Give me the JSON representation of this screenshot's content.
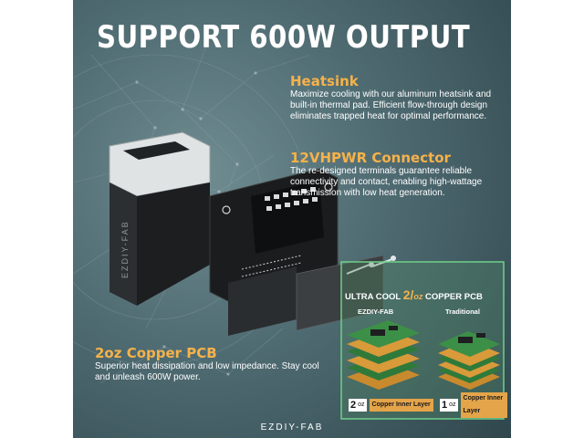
{
  "title": "SUPPORT 600W OUTPUT",
  "heatsink": {
    "heading": "Heatsink",
    "text": "Maximize cooling with our aluminum heatsink and built-in thermal pad. Efficient flow-through design eliminates trapped heat for optimal performance."
  },
  "connector": {
    "heading": "12VHPWR Connector",
    "text": "The re-designed terminals guarantee reliable connectivity and contact, enabling high-wattage transmission with low heat generation."
  },
  "pcb": {
    "heading": "2oz Copper PCB",
    "text": "Superior heat dissipation and low impedance. Stay cool and unleash 600W power."
  },
  "comparison": {
    "title_pre": "ULTRA COOL ",
    "title_accent": "2",
    "title_slash": "/",
    "title_oz": "oz",
    "title_post": " COPPER PCB",
    "left_label": "EZDIY-FAB",
    "right_label": "Traditional",
    "left_num": "2",
    "right_num": "1",
    "oz": "oz",
    "layer_label": "Copper Inner Layer"
  },
  "device_text": "EZDIY-FAB",
  "brand": "EZDIY-FAB",
  "colors": {
    "accent": "#f6b24a",
    "background": "#4f6b72"
  }
}
